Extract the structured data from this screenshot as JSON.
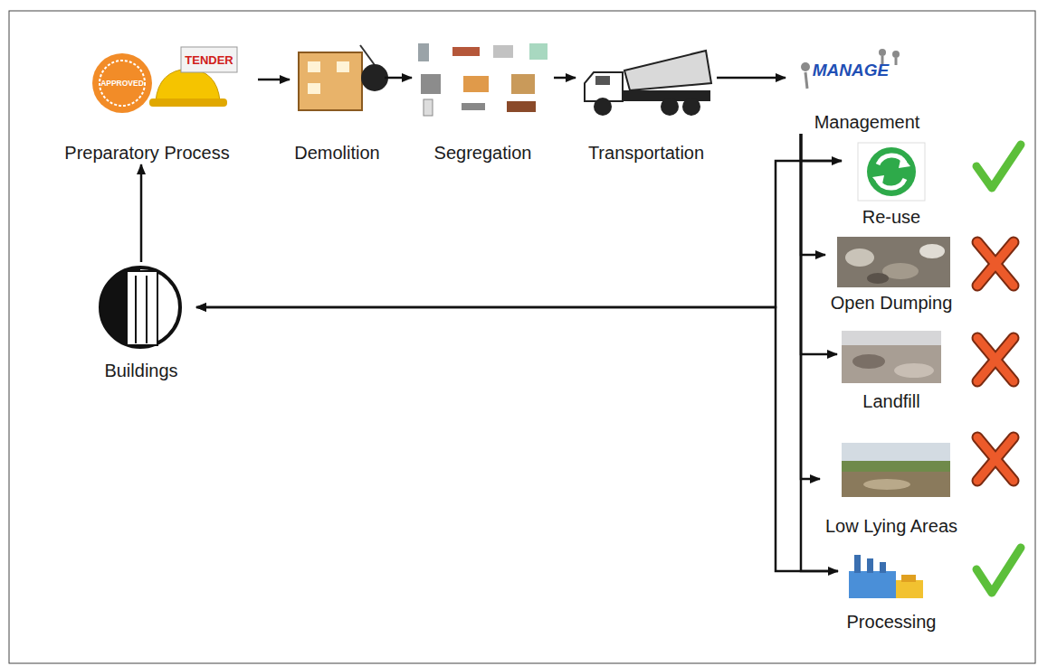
{
  "diagram": {
    "nodes": [
      {
        "text": [
          "Preparatory Process"
        ]
      },
      {
        "text": [
          "Demolition"
        ]
      },
      {
        "text": [
          "Segregation"
        ]
      },
      {
        "text": [
          "Transportation"
        ]
      },
      {
        "text": [
          "Management"
        ]
      },
      {
        "text": [
          "Re-use"
        ]
      },
      {
        "text": [
          "Open Dumping"
        ]
      },
      {
        "text": [
          "Landfill"
        ]
      },
      {
        "text": [
          "Low Lying Areas"
        ]
      },
      {
        "text": [
          "Processing"
        ]
      },
      {
        "text": [
          "Buildings"
        ]
      }
    ],
    "edges": [
      {
        "from": 0,
        "to": 1,
        "arrow": "to"
      },
      {
        "from": 1,
        "to": 2,
        "arrow": "to"
      },
      {
        "from": 2,
        "to": 3,
        "arrow": "to"
      },
      {
        "from": 3,
        "to": 4,
        "arrow": "to"
      },
      {
        "from": 4,
        "to": 5,
        "arrow": "to"
      },
      {
        "from": 4,
        "to": 6,
        "arrow": "to"
      },
      {
        "from": 4,
        "to": 7,
        "arrow": "to"
      },
      {
        "from": 4,
        "to": 8,
        "arrow": "to"
      },
      {
        "from": 4,
        "to": 9,
        "arrow": "to"
      },
      {
        "from": 5,
        "to": 10,
        "arrow": "to"
      },
      {
        "from": 9,
        "to": 10,
        "arrow": "to"
      },
      {
        "from": 10,
        "to": 0,
        "arrow": "to"
      }
    ],
    "labels": [
      "APPROVED",
      "TENDER",
      "MANAGE"
    ]
  }
}
